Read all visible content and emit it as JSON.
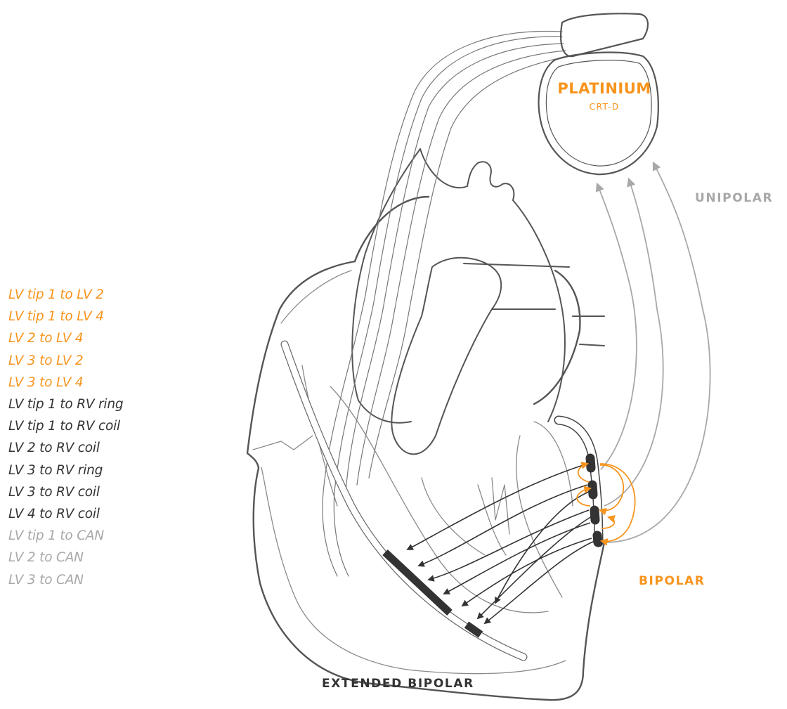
{
  "colors": {
    "bipolar": "#f7941d",
    "extended_bipolar": "#333333",
    "unipolar": "#a8a8a8",
    "outline": "#555555",
    "electrode": "#333333"
  },
  "device": {
    "name": "PLATINIUM",
    "model": "CRT-D"
  },
  "labels": {
    "unipolar": "UNIPOLAR",
    "bipolar": "BIPOLAR",
    "extended_bipolar": "EXTENDED BIPOLAR"
  },
  "vectors": [
    {
      "text": "LV tip 1 to LV 2",
      "category": "bipolar"
    },
    {
      "text": "LV tip 1 to LV 4",
      "category": "bipolar"
    },
    {
      "text": "LV 2 to LV 4",
      "category": "bipolar"
    },
    {
      "text": "LV 3 to LV 2",
      "category": "bipolar"
    },
    {
      "text": "LV 3 to LV 4",
      "category": "bipolar"
    },
    {
      "text": "LV tip 1 to RV ring",
      "category": "extended_bipolar"
    },
    {
      "text": "LV tip 1 to RV coil",
      "category": "extended_bipolar"
    },
    {
      "text": "LV 2 to RV coil",
      "category": "extended_bipolar"
    },
    {
      "text": "LV 3 to RV ring",
      "category": "extended_bipolar"
    },
    {
      "text": "LV 3 to RV coil",
      "category": "extended_bipolar"
    },
    {
      "text": "LV 4 to RV coil",
      "category": "extended_bipolar"
    },
    {
      "text": "LV tip 1 to CAN",
      "category": "unipolar"
    },
    {
      "text": "LV 2 to CAN",
      "category": "unipolar"
    },
    {
      "text": "LV 3 to CAN",
      "category": "unipolar"
    }
  ]
}
